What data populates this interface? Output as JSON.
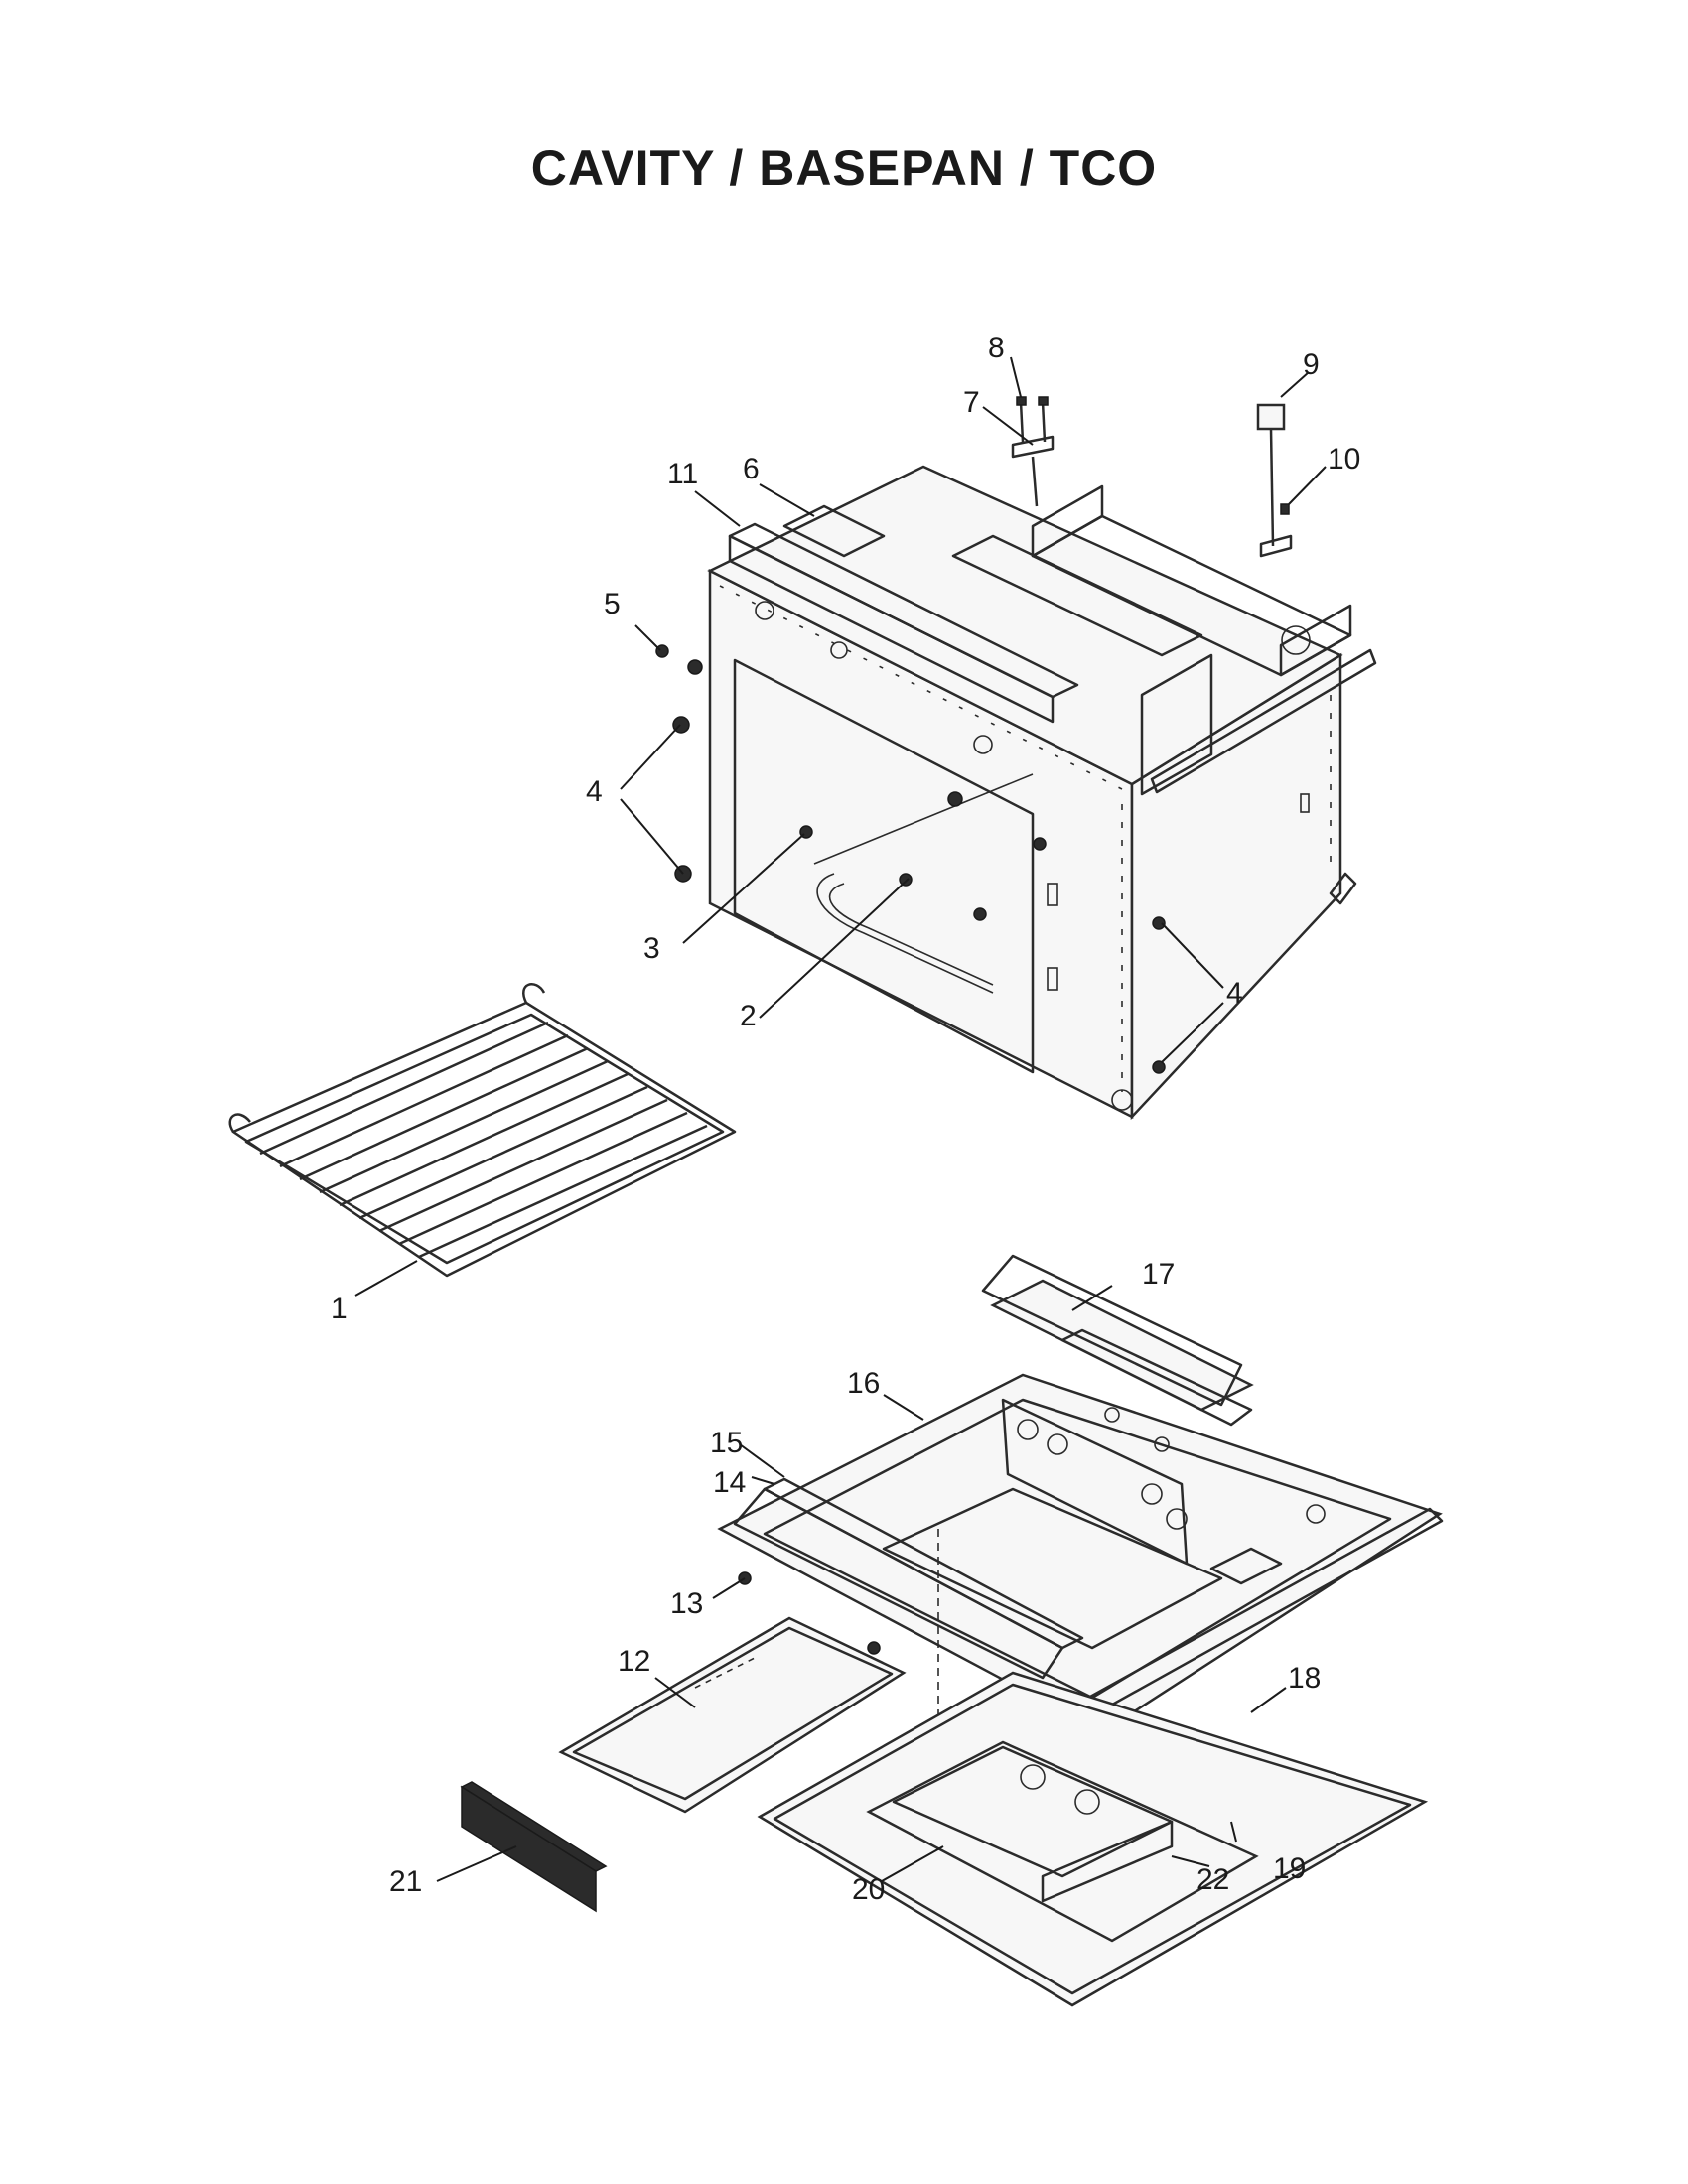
{
  "title": "CAVITY / BASEPAN / TCO",
  "callouts": [
    "1",
    "2",
    "3",
    "4",
    "4",
    "5",
    "6",
    "7",
    "8",
    "9",
    "10",
    "11",
    "12",
    "13",
    "14",
    "15",
    "16",
    "17",
    "18",
    "19",
    "20",
    "21",
    "22"
  ]
}
